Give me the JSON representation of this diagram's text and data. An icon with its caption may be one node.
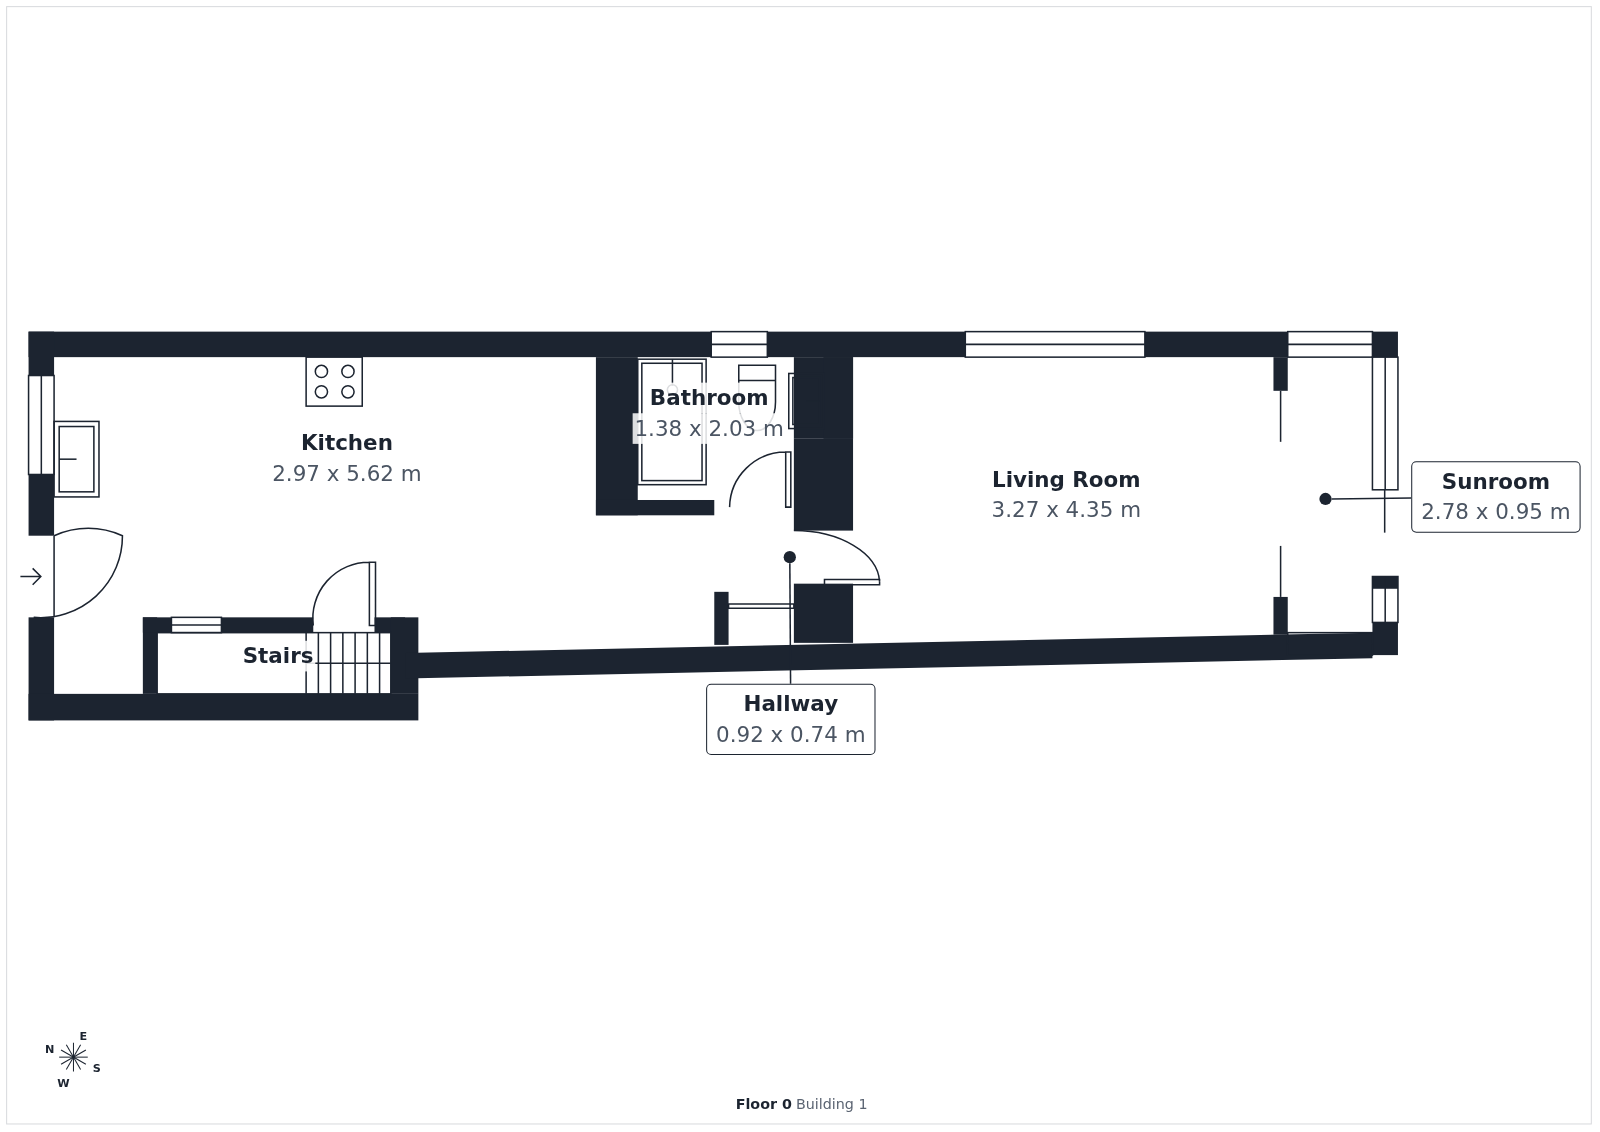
{
  "diagram": {
    "nodes": [
      {
        "text": [
          "Kitchen",
          "2.97 x 5.62 m"
        ]
      },
      {
        "text": [
          "Bathroom",
          "1.38 x 2.03 m"
        ]
      },
      {
        "text": [
          "Stairs"
        ]
      },
      {
        "text": [
          "Living Room",
          "3.27 x 4.35 m"
        ]
      },
      {
        "text": [],
        "shape": "circle"
      },
      {
        "text": [],
        "shape": "circle"
      },
      {
        "text": [
          "Sunroom",
          "2.78 x 0.95 m"
        ]
      },
      {
        "text": [
          "Hallway",
          "0.92 x 0.74 m"
        ]
      }
    ],
    "edges": [
      {
        "from": 6,
        "to": 5,
        "arrow": "none"
      },
      {
        "from": 7,
        "to": 4,
        "arrow": "none"
      }
    ],
    "labels": [
      "N",
      "E",
      "S",
      "W",
      "Floor 0",
      "Building 1"
    ]
  }
}
